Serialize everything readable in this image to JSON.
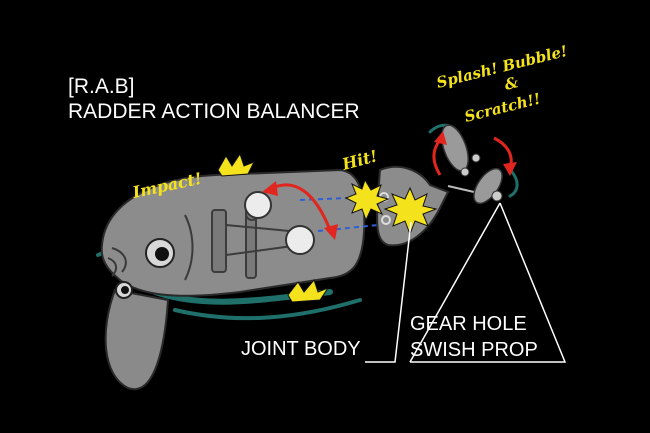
{
  "labels": {
    "rab_title": "[R.A.B]",
    "rab_subtitle": "RADDER ACTION BALANCER",
    "joint_body": "JOINT BODY",
    "gear_hole_line1": "GEAR HOLE",
    "gear_hole_line2": "SWISH PROP"
  },
  "exclamations": {
    "impact": "Impact!",
    "hit": "Hit!",
    "splash_line1": "Splash! Bubble!",
    "splash_line2": "&",
    "splash_line3": "Scratch!!"
  },
  "colors": {
    "background": "#000000",
    "body_gray": "#8c8c8c",
    "body_stroke": "#2a2a2a",
    "accent_yellow": "#f4e21c",
    "arrow_red": "#e0261f",
    "dash_blue": "#2e5fd6",
    "water_teal": "#1f6f6a",
    "label_white": "#ffffff"
  }
}
